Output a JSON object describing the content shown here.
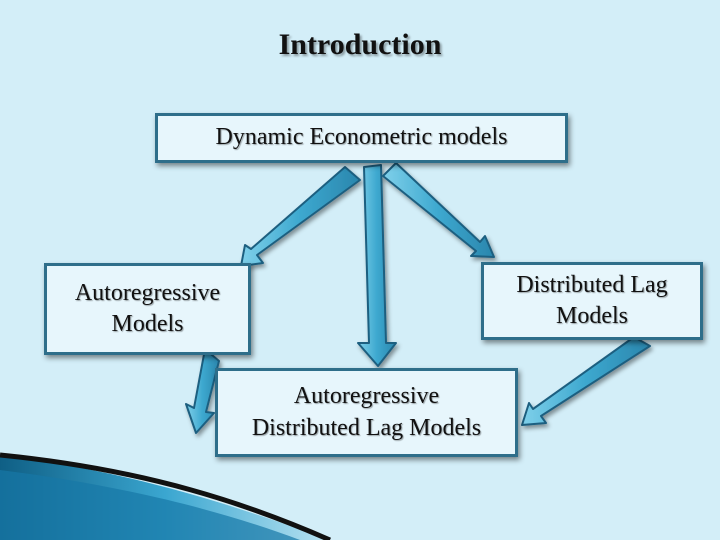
{
  "slide": {
    "title": "Introduction"
  },
  "diagram": {
    "top_box": "Dynamic Econometric models",
    "left_box": "Autoregressive\nModels",
    "right_box": "Distributed Lag\nModels",
    "bottom_box": "Autoregressive\nDistributed Lag Models"
  },
  "colors": {
    "background": "#d3eef8",
    "arrow_fill": "#4bb0d2",
    "arrow_stroke": "#1d5f80",
    "box_border": "#2e6e8a"
  }
}
